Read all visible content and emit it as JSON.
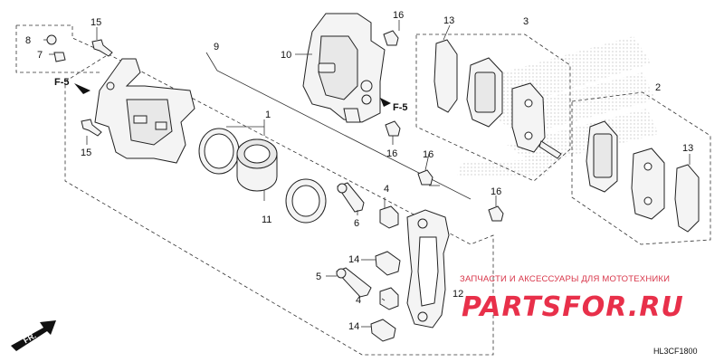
{
  "callouts": {
    "c1": "1",
    "c2": "2",
    "c3": "3",
    "c4a": "4",
    "c4b": "4",
    "c5": "5",
    "c6": "6",
    "c7": "7",
    "c8": "8",
    "c9": "9",
    "c10": "10",
    "c11": "11",
    "c12": "12",
    "c13a": "13",
    "c13b": "13",
    "c14a": "14",
    "c14b": "14",
    "c15a": "15",
    "c15b": "15",
    "c16a": "16",
    "c16b": "16",
    "c16c": "16",
    "c16d": "16"
  },
  "refs": {
    "f5_left": "F-5",
    "f5_right": "F-5"
  },
  "direction_label": "FR.",
  "diagram_code": "HL3CF1800",
  "watermark": {
    "tagline": "ЗАПЧАСТИ И АКСЕССУАРЫ ДЛЯ МОТОТЕХНИКИ",
    "brand": "PARTSFOR.RU"
  }
}
